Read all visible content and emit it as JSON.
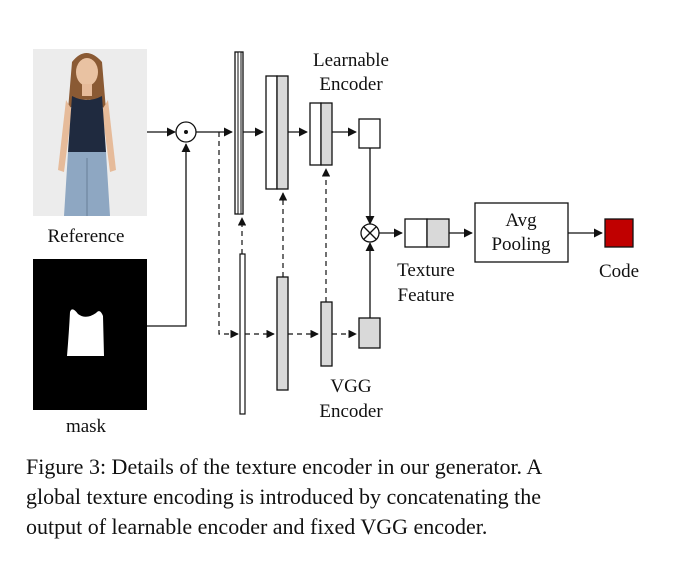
{
  "labels": {
    "reference": "Reference",
    "mask": "mask",
    "learnable_encoder_line1": "Learnable",
    "learnable_encoder_line2": "Encoder",
    "vgg_encoder_line1": "VGG",
    "vgg_encoder_line2": "Encoder",
    "texture_feature_line1": "Texture",
    "texture_feature_line2": "Feature",
    "avg_pooling_line1": "Avg",
    "avg_pooling_line2": "Pooling",
    "code": "Code"
  },
  "caption": {
    "line1": "Figure 3: Details of the texture encoder in our generator. A",
    "line2": "global texture encoding is introduced by concatenating the",
    "line3": "output of learnable encoder and fixed VGG encoder."
  },
  "colors": {
    "code_block": "#c00000",
    "gray_layer": "#d9d9d9",
    "stroke": "#111111"
  },
  "icons": {
    "multiply_op": "circled-dot",
    "product_op": "circled-times"
  }
}
